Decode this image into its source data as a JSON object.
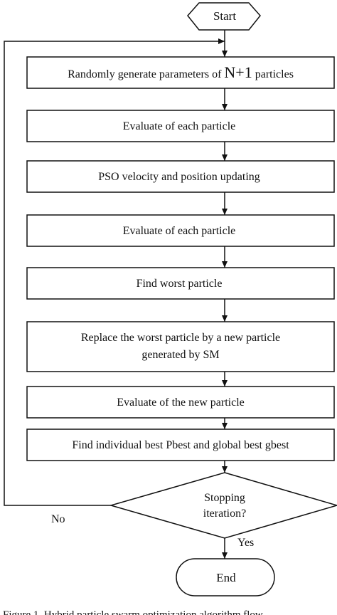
{
  "diagram": {
    "start": "Start",
    "steps": [
      {
        "pre": "Randomly generate parameters of ",
        "big": "N+1",
        "post": " particles"
      },
      {
        "text": "Evaluate of each particle"
      },
      {
        "text": "PSO velocity and position updating"
      },
      {
        "text": "Evaluate of each particle"
      },
      {
        "text": "Find worst particle"
      },
      {
        "line1": "Replace the worst particle by a new particle",
        "line2": "generated by SM"
      },
      {
        "text": "Evaluate of the new particle"
      },
      {
        "text": "Find individual best Pbest and global best gbest"
      }
    ],
    "decision": {
      "line1": "Stopping",
      "line2": "iteration?"
    },
    "no_label": "No",
    "yes_label": "Yes",
    "end": "End",
    "caption": "Figure 1. Hybrid particle swarm optimization algorithm flow"
  },
  "colors": {
    "stroke": "#111111",
    "text": "#111111",
    "background": "#ffffff"
  }
}
